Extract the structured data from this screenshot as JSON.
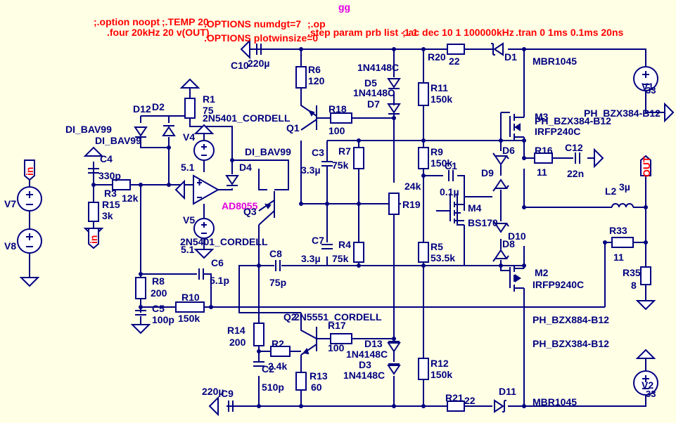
{
  "schematic_title": "gg",
  "directives": {
    "option": ";.option noopt",
    "temp": ";.TEMP 20",
    "numdgt": ".OPTIONS numdgt=7",
    "op": ";.op",
    "four": ".four 20kHz 20 v(OUT)",
    "plotwinsize": ".OPTIONS plotwinsize=0",
    "step": ".step param prb list -1 1",
    "ac": ";.ac dec 10 1 100000kHz",
    "tran": ".tran 0 1ms 0.1ms 20ns"
  },
  "components": {
    "R1": {
      "name": "R1",
      "value": "75"
    },
    "R2": {
      "name": "R2",
      "value": "2.4k"
    },
    "R3": {
      "name": "R3",
      "value": "12k"
    },
    "R4": {
      "name": "R4",
      "value": "75k"
    },
    "R5": {
      "name": "R5",
      "value": "53.5k"
    },
    "R6": {
      "name": "R6",
      "value": "120"
    },
    "R7": {
      "name": "R7",
      "value": "75k"
    },
    "R8": {
      "name": "R8",
      "value": "200"
    },
    "R9": {
      "name": "R9",
      "value": "150k"
    },
    "R10": {
      "name": "R10",
      "value": "150k"
    },
    "R11": {
      "name": "R11",
      "value": "150k"
    },
    "R12": {
      "name": "R12",
      "value": "150k"
    },
    "R13": {
      "name": "R13",
      "value": "60"
    },
    "R14": {
      "name": "R14",
      "value": "200"
    },
    "R15": {
      "name": "R15",
      "value": "3k"
    },
    "R16": {
      "name": "R16",
      "value": "11"
    },
    "R17": {
      "name": "R17",
      "value": "100"
    },
    "R18": {
      "name": "R18",
      "value": "100"
    },
    "R19": {
      "name": "R19",
      "value": "24k"
    },
    "R20": {
      "name": "R20",
      "value": "22"
    },
    "R21": {
      "name": "R21",
      "value": "22"
    },
    "R33": {
      "name": "R33",
      "value": "11"
    },
    "R35": {
      "name": "R35",
      "value": "8"
    },
    "C1": {
      "name": "C1",
      "value": "0.1µ"
    },
    "C2": {
      "name": "C2",
      "value": "510p"
    },
    "C3": {
      "name": "C3",
      "value": "3.3µ"
    },
    "C4": {
      "name": "C4",
      "value": "330p"
    },
    "C5": {
      "name": "C5",
      "value": "100p"
    },
    "C6": {
      "name": "C6",
      "value": "5.1p"
    },
    "C7": {
      "name": "C7",
      "value": "3.3µ"
    },
    "C8": {
      "name": "C8",
      "value": "75p"
    },
    "C9": {
      "name": "C9",
      "value": "220µ"
    },
    "C10": {
      "name": "C10",
      "value": "220µ"
    },
    "C12": {
      "name": "C12",
      "value": "22n"
    },
    "L2": {
      "name": "L2",
      "value": "3µ"
    },
    "V4": {
      "name": "V4",
      "value": "5.1"
    },
    "V5": {
      "name": "V5",
      "value": "5.1"
    },
    "V7": {
      "name": "V7"
    },
    "V8": {
      "name": "V8"
    },
    "V1": {
      "name": "V1",
      "value": "33"
    },
    "V2": {
      "name": "V2",
      "value": "33"
    },
    "Q1": {
      "name": "Q1",
      "model": "2N5401_CORDELL"
    },
    "Q2": {
      "name": "Q2",
      "model": "2N5551_CORDELL"
    },
    "Q3": {
      "name": "Q3",
      "model": "2N5401_CORDELL"
    },
    "U1": {
      "model": "AD8055"
    },
    "M2": {
      "name": "M2",
      "model": "IRFP9240C"
    },
    "M3": {
      "name": "M3",
      "model": "IRFP240C"
    },
    "M4": {
      "name": "M4",
      "model": "BS170"
    },
    "D1": {
      "name": "D1",
      "model": "MBR1045"
    },
    "D11": {
      "name": "D11",
      "model": "MBR1045"
    },
    "D2": {
      "name": "D2",
      "model": "DI_BAV99"
    },
    "D12": {
      "name": "D12",
      "model": "DI_BAV99"
    },
    "D4": {
      "name": "D4",
      "model": "DI_BAV99"
    },
    "D5": {
      "name": "D5",
      "model": "1N4148C"
    },
    "D7": {
      "name": "D7",
      "model": "1N4148C"
    },
    "D13": {
      "name": "D13",
      "model": "1N4148C"
    },
    "D3": {
      "name": "D3",
      "model": "1N4148C"
    },
    "D6": {
      "name": "D6"
    },
    "D9": {
      "name": "D9"
    },
    "D8": {
      "name": "D8"
    },
    "D10": {
      "name": "D10"
    },
    "zener1": "PH_BZX384-B12",
    "zener2": "PH_BZX384-B12",
    "zener3": "PH_BZX884-B12",
    "zener4": "PH_BZX384-B12"
  },
  "nets": {
    "in1": "in",
    "in2": "in",
    "out": "OUT"
  }
}
